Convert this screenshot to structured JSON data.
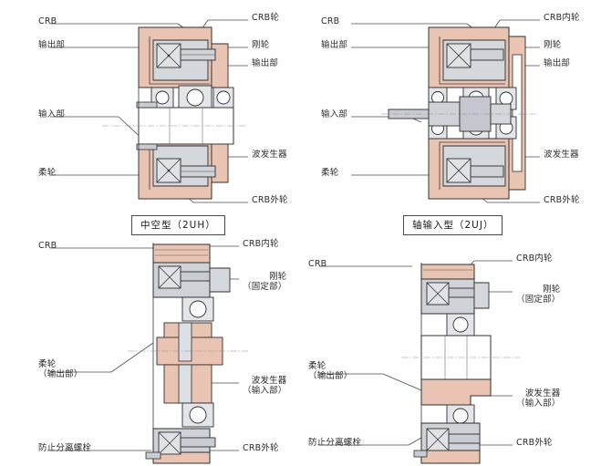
{
  "figure": {
    "title": "Harmonic Drive unit cross-section diagrams",
    "type": "technical-cross-section-diagram",
    "panel_count": 4
  },
  "colors": {
    "salmon": "#e9c4b3",
    "salmon_light": "#f0d6c8",
    "gray_blue": "#c9ccd2",
    "gray_light": "#dfe1e5",
    "outline": "#2f2f2f",
    "leader": "#4a4a4a",
    "text": "#2b2b2b",
    "background": "#ffffff"
  },
  "panels": [
    {
      "id": "top-left",
      "caption": "中空型（2UH）",
      "labels_left": [
        {
          "name": "crb",
          "text": "CRB",
          "sub": ""
        },
        {
          "name": "output-section",
          "text": "输出部",
          "sub": ""
        },
        {
          "name": "input-section",
          "text": "输入部",
          "sub": ""
        },
        {
          "name": "flexspline",
          "text": "柔轮",
          "sub": ""
        }
      ],
      "labels_right": [
        {
          "name": "crb-inner-ring",
          "text": "CRB轮",
          "sub": ""
        },
        {
          "name": "circular-spline",
          "text": "刚轮",
          "sub": ""
        },
        {
          "name": "output-section",
          "text": "输出部",
          "sub": ""
        },
        {
          "name": "wave-generator",
          "text": "波发生器",
          "sub": ""
        },
        {
          "name": "crb-outer-ring",
          "text": "CRB外轮",
          "sub": ""
        }
      ]
    },
    {
      "id": "top-right",
      "caption": "轴输入型（2UJ）",
      "labels_left": [
        {
          "name": "crb",
          "text": "CRB",
          "sub": ""
        },
        {
          "name": "output-section",
          "text": "输出部",
          "sub": ""
        },
        {
          "name": "input-section",
          "text": "输入部",
          "sub": ""
        },
        {
          "name": "flexspline",
          "text": "柔轮",
          "sub": ""
        }
      ],
      "labels_right": [
        {
          "name": "crb-inner-ring",
          "text": "CRB内轮",
          "sub": ""
        },
        {
          "name": "circular-spline",
          "text": "刚轮",
          "sub": ""
        },
        {
          "name": "output-section",
          "text": "输出部",
          "sub": ""
        },
        {
          "name": "wave-generator",
          "text": "波发生器",
          "sub": ""
        },
        {
          "name": "crb-outer-ring",
          "text": "CRB外轮",
          "sub": ""
        }
      ]
    },
    {
      "id": "bottom-left",
      "caption": "",
      "labels_left": [
        {
          "name": "crb",
          "text": "CRB",
          "sub": ""
        },
        {
          "name": "flexspline",
          "text": "柔轮",
          "sub": "（输出部）"
        },
        {
          "name": "anti-separation-bolt",
          "text": "防止分离螺栓",
          "sub": ""
        }
      ],
      "labels_right": [
        {
          "name": "crb-inner-ring",
          "text": "CRB内轮",
          "sub": ""
        },
        {
          "name": "circular-spline",
          "text": "刚轮",
          "sub": "（固定部）"
        },
        {
          "name": "wave-generator",
          "text": "波发生器",
          "sub": "（输入部）"
        },
        {
          "name": "crb-outer-ring",
          "text": "CRB外轮",
          "sub": ""
        }
      ]
    },
    {
      "id": "bottom-right",
      "caption": "",
      "labels_left": [
        {
          "name": "crb",
          "text": "CRB",
          "sub": ""
        },
        {
          "name": "flexspline",
          "text": "柔轮",
          "sub": "（输出部）"
        },
        {
          "name": "anti-separation-bolt",
          "text": "防止分离螺栓",
          "sub": ""
        }
      ],
      "labels_right": [
        {
          "name": "crb-inner-ring",
          "text": "CRB内轮",
          "sub": ""
        },
        {
          "name": "circular-spline",
          "text": "刚轮",
          "sub": "（固定部）"
        },
        {
          "name": "wave-generator",
          "text": "波发生器",
          "sub": "（输入部）"
        },
        {
          "name": "crb-outer-ring",
          "text": "CRB外轮",
          "sub": ""
        }
      ]
    }
  ]
}
